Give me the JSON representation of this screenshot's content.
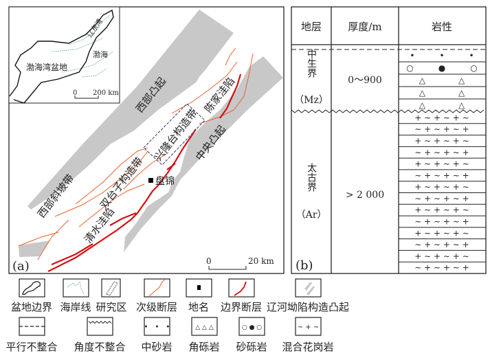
{
  "map": {
    "panel_label": "(a)",
    "inset": {
      "basin": "渤海湾盆地",
      "sea": "渤海",
      "bay": "辽东湾",
      "scale_zero": "0",
      "scale_end": "200 km"
    },
    "labels": {
      "west_uplift": "西部凸起",
      "central_uplift": "中央凸起",
      "chenjia": "陈家洼陷",
      "xinglongtai": "兴隆台构造带",
      "shuangtaizi": "双台子构造带",
      "west_slope": "西部斜坡带",
      "qingshui": "清水洼陷",
      "panjin": "盘锦"
    },
    "scale_zero": "0",
    "scale_end": "20 km"
  },
  "column": {
    "panel_label": "(b)",
    "headers": [
      "地层",
      "厚度/m",
      "岩性"
    ],
    "mz": {
      "name": "中生界",
      "code": "（Mz）",
      "thickness": "0～900"
    },
    "ar": {
      "name": "太古界",
      "code": "（Ar）",
      "thickness": "> 2 000"
    },
    "mz_patterns": [
      "•　　　•　　　•",
      "○　　　●　　　○",
      "△　　　　△",
      "△　　　　△",
      "△　　　　△"
    ],
    "ar_patterns": [
      "+ ∼ + ∼ + ∼",
      "∼ + ∼ + ∼ +",
      "+ ∼ + ∼ + ∼",
      "∼ + ∼ + ∼ +",
      "+ ∼ + ∼ + ∼",
      "∼ + ∼ + ∼ +",
      "+ ∼ + ∼ + ∼",
      "∼ + ∼ + ∼ +",
      "+ ∼ + ∼ + ∼",
      "∼ + ∼ + ∼ +",
      "+ ∼ + ∼ + ∼",
      "∼ + ∼ + ∼ +",
      "+ ∼ + ∼ + ∼",
      "∼ + ∼ + ∼ +"
    ]
  },
  "legend": {
    "basin_boundary": "盆地边界",
    "coastline": "海岸线",
    "study_area": "研究区",
    "minor_fault": "次级断层",
    "place_name": "地名",
    "boundary_fault": "边界断层",
    "uplift": "辽河坳陷构造凸起",
    "parallel_unconformity": "平行不整合",
    "angular_unconformity": "角度不整合",
    "medium_sandstone": "中砂岩",
    "breccia": "角砾岩",
    "glutenite": "砂砾岩",
    "migmatitic_granite": "混合花岗岩",
    "sym_dots": "•　•　•",
    "sym_tri": "△ △ △",
    "sym_pebble": "○ ● ○",
    "sym_granite": "∼ + ∼"
  },
  "colors": {
    "uplift": "#c8c8c8",
    "boundary_fault": "#d41010",
    "minor_fault": "#e8602a",
    "study_area": "#33336e",
    "coast": "#6fb39a"
  }
}
